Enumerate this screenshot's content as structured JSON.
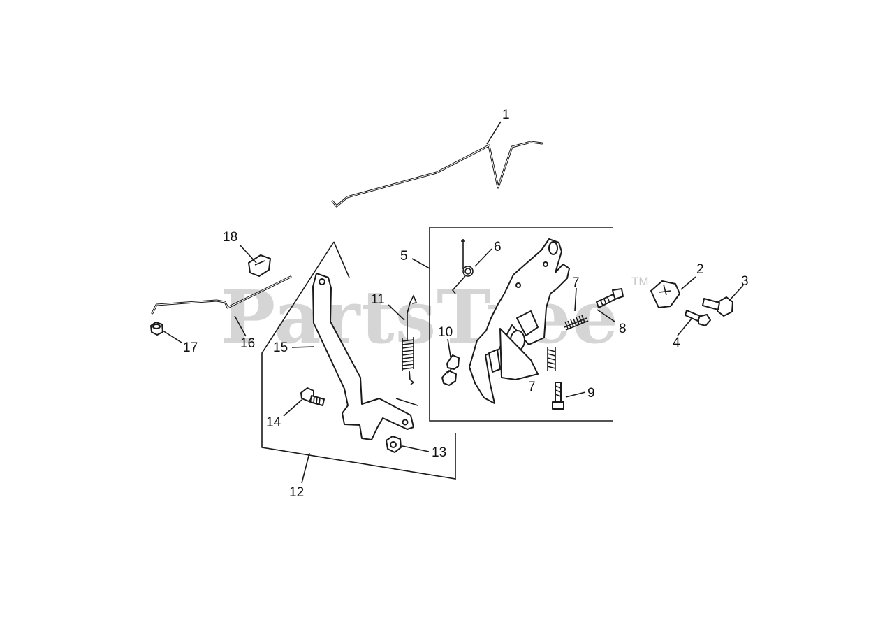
{
  "watermark": {
    "text": "PartsTree",
    "trademark": "TM"
  },
  "callouts": [
    {
      "id": "c1",
      "label": "1"
    },
    {
      "id": "c2",
      "label": "2"
    },
    {
      "id": "c3",
      "label": "3"
    },
    {
      "id": "c4",
      "label": "4"
    },
    {
      "id": "c5",
      "label": "5"
    },
    {
      "id": "c6",
      "label": "6"
    },
    {
      "id": "c7a",
      "label": "7"
    },
    {
      "id": "c7b",
      "label": "7"
    },
    {
      "id": "c8",
      "label": "8"
    },
    {
      "id": "c9",
      "label": "9"
    },
    {
      "id": "c10",
      "label": "10"
    },
    {
      "id": "c11",
      "label": "11"
    },
    {
      "id": "c12",
      "label": "12"
    },
    {
      "id": "c13",
      "label": "13"
    },
    {
      "id": "c14",
      "label": "14"
    },
    {
      "id": "c15",
      "label": "15"
    },
    {
      "id": "c16",
      "label": "16"
    },
    {
      "id": "c17",
      "label": "17"
    },
    {
      "id": "c18",
      "label": "18"
    }
  ]
}
